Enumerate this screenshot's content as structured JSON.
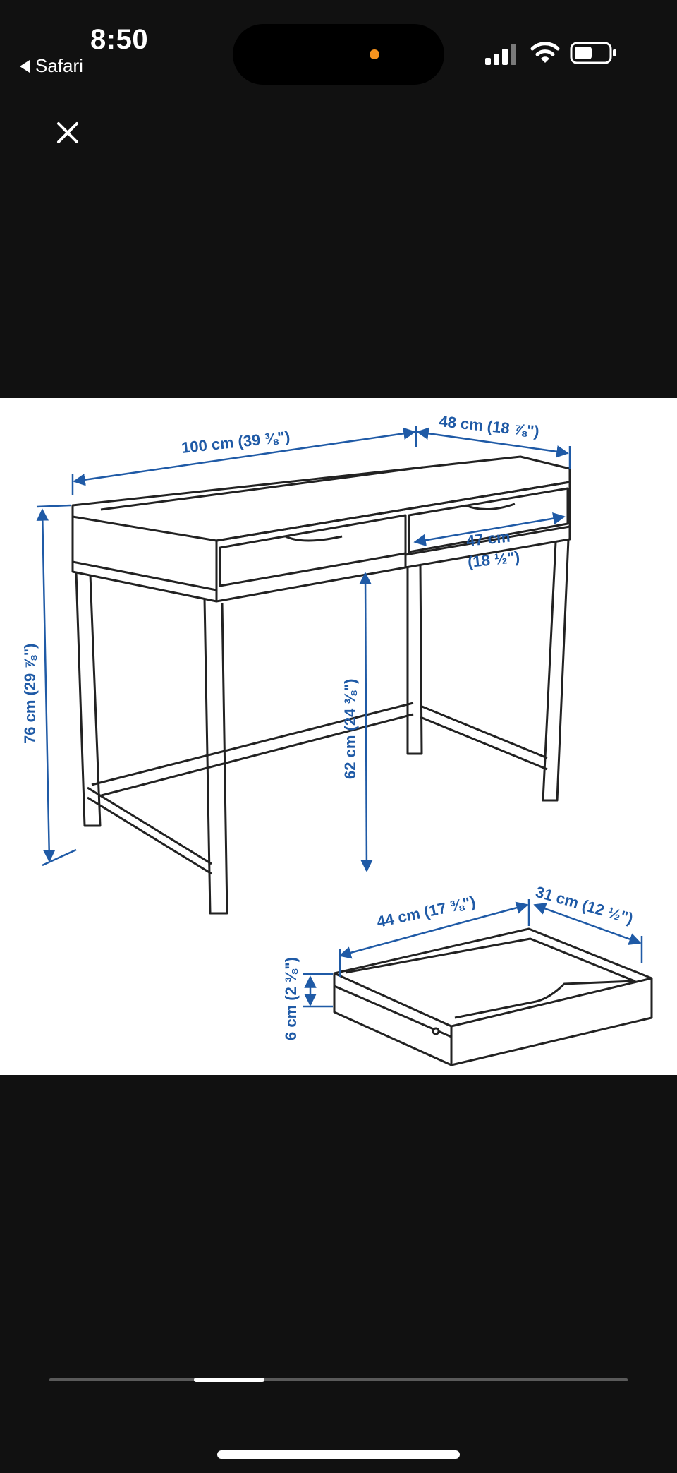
{
  "status_bar": {
    "time": "8:50",
    "back_app": "Safari",
    "recording_dot_color": "#f7931e",
    "signal_icon": "cellular-signal-icon",
    "wifi_icon": "wifi-icon",
    "battery_icon": "battery-icon"
  },
  "viewer": {
    "close_icon": "close-icon",
    "image_alt": "Desk dimension drawing",
    "accent_color": "#1f5aa6"
  },
  "dimensions": {
    "width_label": "100 cm (39 ⅜\")",
    "depth_label": "48 cm (18 ⅞\")",
    "drawer_width_label_1": "47 cm",
    "drawer_width_label_2": "(18 ½\")",
    "height_label": "76 cm (29 ⅞\")",
    "clearance_label": "62 cm (24 ⅜\")",
    "drawer_depth_label": "44 cm (17 ⅜\")",
    "drawer_length_label": "31 cm (12 ½\")",
    "drawer_height_label": "6 cm (2 ⅜\")"
  },
  "gallery": {
    "position": 0.25
  }
}
